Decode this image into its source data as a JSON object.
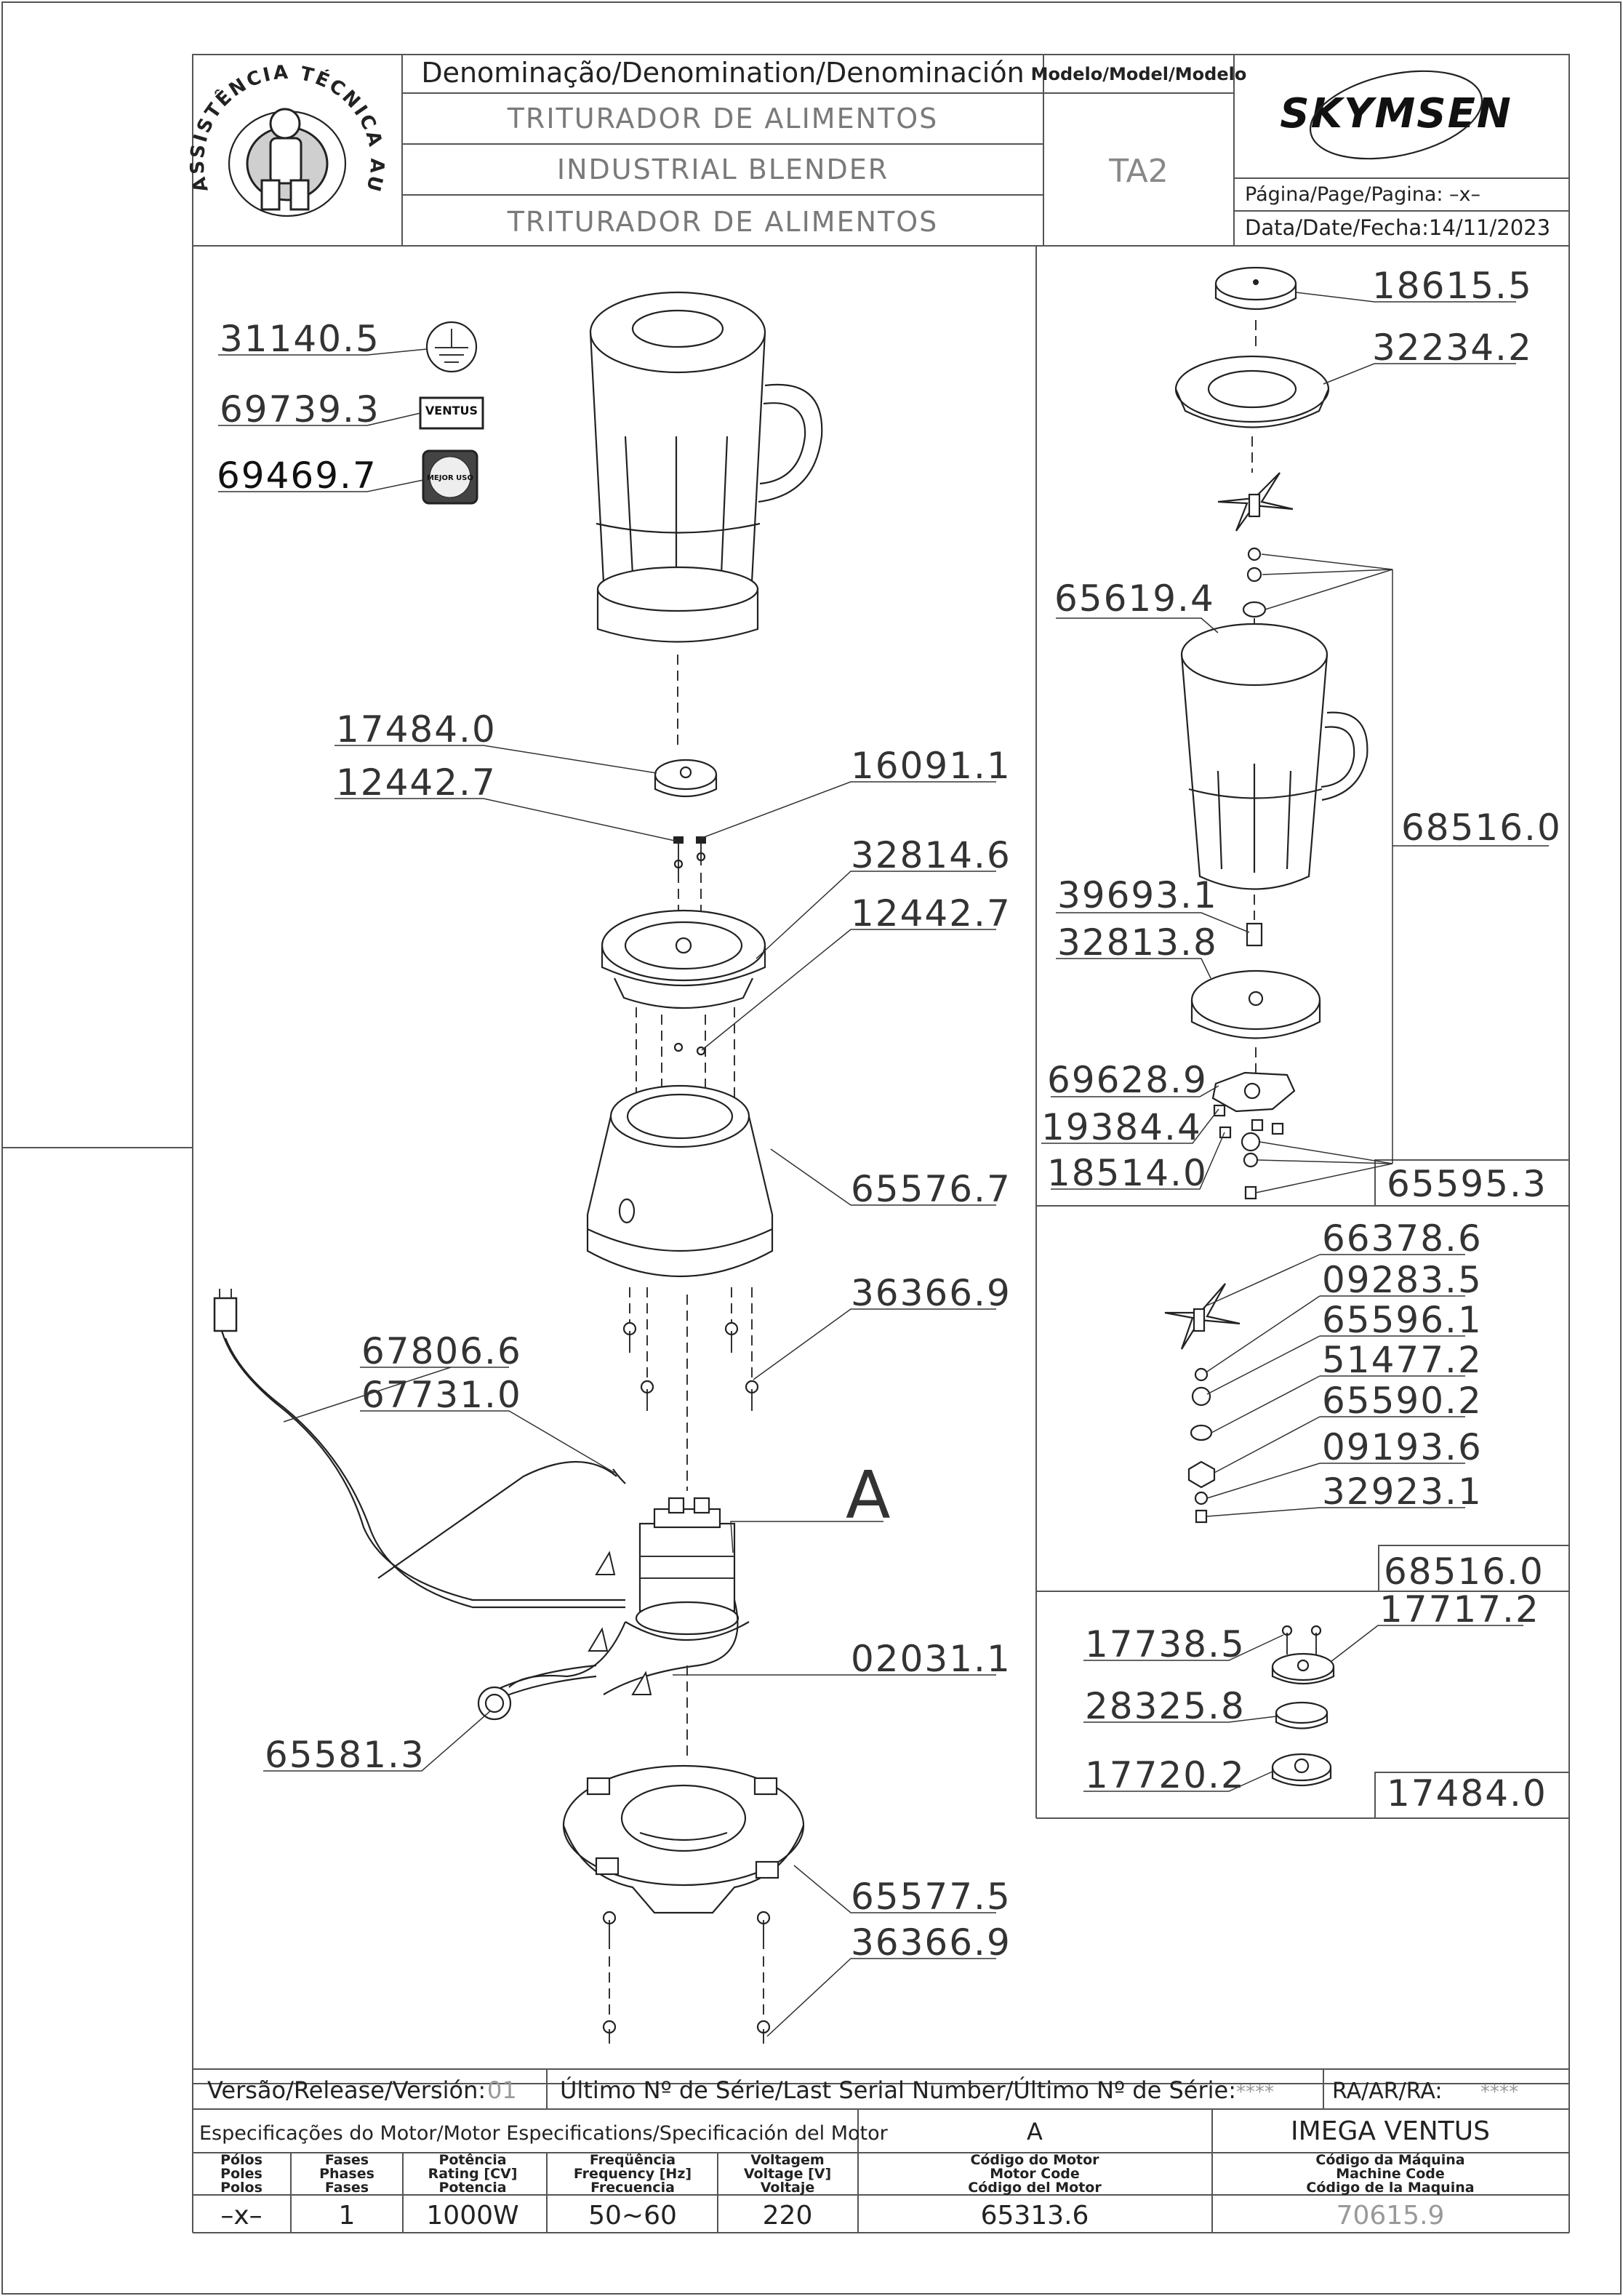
{
  "header": {
    "denomination_title": "Denominação/Denomination/Denominación",
    "denominations": [
      "TRITURADOR DE ALIMENTOS",
      "INDUSTRIAL BLENDER",
      "TRITURADOR DE ALIMENTOS"
    ],
    "model_title": "Modelo/Model/Modelo",
    "model": "TA2",
    "brand": "SKYMSEN",
    "page_label": "Página/Page/Pagina: –x–",
    "date_label": "Data/Date/Fecha:14/11/2023",
    "logo_text": "ASSISTÊNCIA TÉCNICA AUTORIZADA"
  },
  "labels": {
    "label_ventus": "VENTUS",
    "label_mejor_uso": "MEJOR USO"
  },
  "parts": {
    "p31140": "31140.5",
    "p69739": "69739.3",
    "p69469": "69469.7",
    "p17484": "17484.0",
    "p12442a": "12442.7",
    "p16091": "16091.1",
    "p32814": "32814.6",
    "p12442b": "12442.7",
    "p65576": "65576.7",
    "p36366a": "36366.9",
    "p67806": "67806.6",
    "p67731": "67731.0",
    "pA": "A",
    "p02031": "02031.1",
    "p65581": "65581.3",
    "p65577": "65577.5",
    "p36366b": "36366.9",
    "p18615": "18615.5",
    "p32234": "32234.2",
    "p65619": "65619.4",
    "p68516a": "68516.0",
    "p39693": "39693.1",
    "p32813": "32813.8",
    "p69628": "69628.9",
    "p19384": "19384.4",
    "p18514": "18514.0",
    "p65595": "65595.3",
    "p66378": "66378.6",
    "p09283": "09283.5",
    "p65596": "65596.1",
    "p51477": "51477.2",
    "p65590": "65590.2",
    "p09193": "09193.6",
    "p32923": "32923.1",
    "p68516b": "68516.0",
    "p17738": "17738.5",
    "p17717": "17717.2",
    "p28325": "28325.8",
    "p17720": "17720.2",
    "p17484b": "17484.0"
  },
  "footer": {
    "version_label": "Versão/Release/Versión:",
    "version_value": "01",
    "serial_label": "Último Nº de Série/Last Serial Number/Último Nº de Série:",
    "serial_value": "****",
    "ra_label": "RA/AR/RA:",
    "ra_value": "****",
    "spec_title": "Especificações do Motor/Motor Especifications/Specificación del Motor",
    "motor_letter": "A",
    "machine_name": "IMEGA VENTUS",
    "columns": [
      [
        "Pólos",
        "Poles",
        "Polos"
      ],
      [
        "Fases",
        "Phases",
        "Fases"
      ],
      [
        "Potência",
        "Rating [CV]",
        "Potencia"
      ],
      [
        "Freqüência",
        "Frequency [Hz]",
        "Frecuencia"
      ],
      [
        "Voltagem",
        "Voltage [V]",
        "Voltaje"
      ],
      [
        "Código do Motor",
        "Motor Code",
        "Código del Motor"
      ],
      [
        "Código da Máquina",
        "Machine Code",
        "Código de la Maquina"
      ]
    ],
    "values": {
      "poles": "–x–",
      "phases": "1",
      "rating": "1000W",
      "frequency": "50~60",
      "voltage": "220",
      "motor_code": "65313.6",
      "machine_code": "70615.9"
    }
  }
}
